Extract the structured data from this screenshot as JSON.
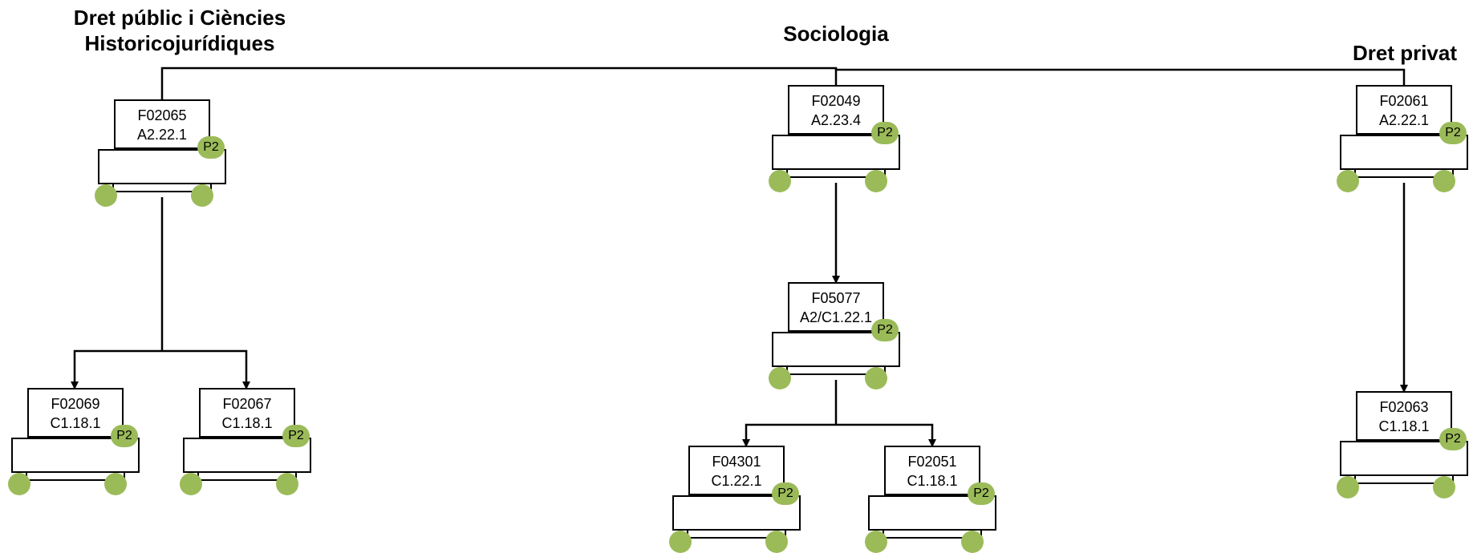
{
  "headings": {
    "left": [
      "Dret públic i Ciències",
      "Historicojurídiques"
    ],
    "center": "Sociologia",
    "right": "Dret privat"
  },
  "nodes": [
    {
      "code": "F02065",
      "level": "A2.22.1",
      "badge": "P2"
    },
    {
      "code": "F02069",
      "level": "C1.18.1",
      "badge": "P2"
    },
    {
      "code": "F02067",
      "level": "C1.18.1",
      "badge": "P2"
    },
    {
      "code": "F02049",
      "level": "A2.23.4",
      "badge": "P2"
    },
    {
      "code": "F05077",
      "level": "A2/C1.22.1",
      "badge": "P2"
    },
    {
      "code": "F04301",
      "level": "C1.22.1",
      "badge": "P2"
    },
    {
      "code": "F02051",
      "level": "C1.18.1",
      "badge": "P2"
    },
    {
      "code": "F02061",
      "level": "A2.22.1",
      "badge": "P2"
    },
    {
      "code": "F02063",
      "level": "C1.18.1",
      "badge": "P2"
    }
  ],
  "colors": {
    "accent_green": "#9bbb59",
    "line": "#000000"
  }
}
